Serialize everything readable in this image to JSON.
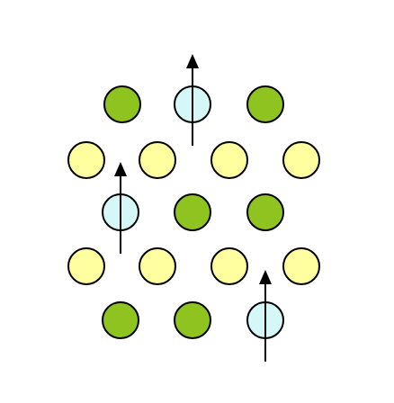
{
  "diagram": {
    "colors": {
      "green_atom": "#8fc31f",
      "yellow_atom": "#ffff9f",
      "cyan_atom": "#d5f7f7",
      "outline": "#000000",
      "arrow": "#000000"
    },
    "atoms": [
      {
        "kind": "green",
        "spin": "none"
      },
      {
        "kind": "cyan",
        "spin": "up"
      },
      {
        "kind": "green",
        "spin": "none"
      },
      {
        "kind": "yellow",
        "spin": "none"
      },
      {
        "kind": "yellow",
        "spin": "none"
      },
      {
        "kind": "yellow",
        "spin": "none"
      },
      {
        "kind": "yellow",
        "spin": "none"
      },
      {
        "kind": "cyan",
        "spin": "up"
      },
      {
        "kind": "green",
        "spin": "none"
      },
      {
        "kind": "green",
        "spin": "none"
      },
      {
        "kind": "yellow",
        "spin": "none"
      },
      {
        "kind": "yellow",
        "spin": "none"
      },
      {
        "kind": "yellow",
        "spin": "none"
      },
      {
        "kind": "yellow",
        "spin": "none"
      },
      {
        "kind": "green",
        "spin": "none"
      },
      {
        "kind": "green",
        "spin": "none"
      },
      {
        "kind": "cyan",
        "spin": "up"
      }
    ]
  }
}
